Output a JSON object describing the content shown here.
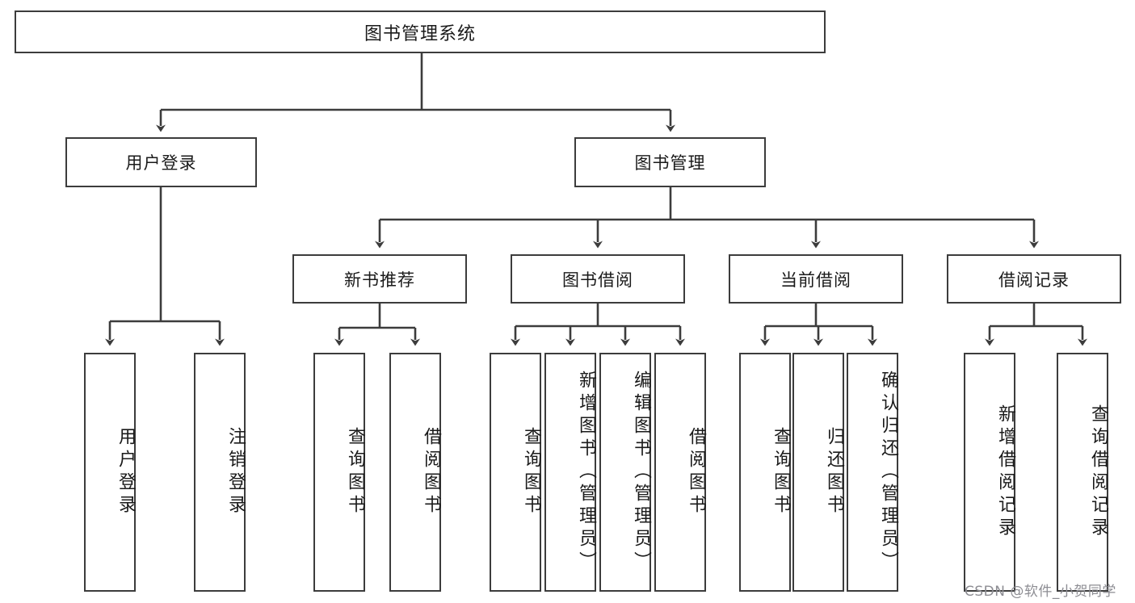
{
  "diagram": {
    "type": "tree",
    "title": "图书管理系统",
    "root": {
      "label": "图书管理系统"
    },
    "level2": [
      {
        "label": "用户登录"
      },
      {
        "label": "图书管理"
      }
    ],
    "level3": [
      {
        "label": "新书推荐"
      },
      {
        "label": "图书借阅"
      },
      {
        "label": "当前借阅"
      },
      {
        "label": "借阅记录"
      }
    ],
    "leaves": {
      "user_login": [
        {
          "label": "用户登录"
        },
        {
          "label": "注销登录"
        }
      ],
      "new_book_recommend": [
        {
          "label": "查询图书"
        },
        {
          "label": "借阅图书"
        }
      ],
      "book_borrow": [
        {
          "label": "查询图书"
        },
        {
          "label": "新增图书（管理员）"
        },
        {
          "label": "编辑图书（管理员）"
        },
        {
          "label": "借阅图书"
        }
      ],
      "current_borrow": [
        {
          "label": "查询图书"
        },
        {
          "label": "归还图书"
        },
        {
          "label": "确认归还（管理员）"
        }
      ],
      "borrow_record": [
        {
          "label": "新增借阅记录"
        },
        {
          "label": "查询借阅记录"
        }
      ]
    }
  },
  "watermark": {
    "text": "CSDN @软件_小贺同学"
  },
  "colors": {
    "stroke": "#3c3c3c",
    "fill": "#ffffff",
    "text": "#1a1a1a",
    "watermark": "#8d8d93"
  }
}
